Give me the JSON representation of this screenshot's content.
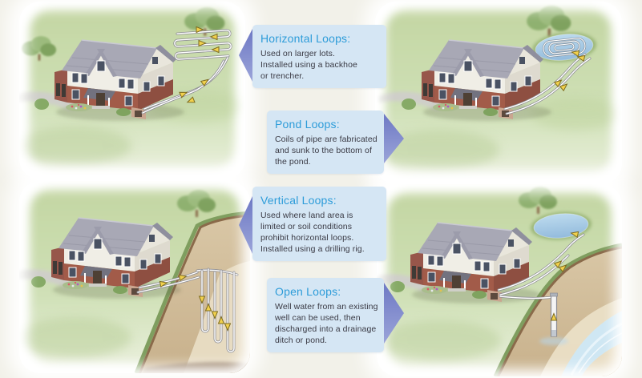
{
  "callouts": [
    {
      "id": "horizontal-loops",
      "title": "Horizontal Loops:",
      "body": "Used on larger lots.\nInstalled using a backhoe\nor trencher.",
      "arrow_direction": "left"
    },
    {
      "id": "pond-loops",
      "title": "Pond Loops:",
      "body": "Coils of pipe are fabricated\nand sunk to the bottom of\nthe pond.",
      "arrow_direction": "right"
    },
    {
      "id": "vertical-loops",
      "title": "Vertical Loops:",
      "body": "Used where land area is\nlimited or soil conditions\nprohibit horizontal loops.\nInstalled using a drilling rig.",
      "arrow_direction": "left"
    },
    {
      "id": "open-loops",
      "title": "Open Loops:",
      "body": "Well water from an existing\nwell can be used, then\ndischarged into a drainage\nditch or pond.",
      "arrow_direction": "right"
    }
  ],
  "scenes": [
    {
      "name": "horizontal-loops-illustration"
    },
    {
      "name": "pond-loops-illustration"
    },
    {
      "name": "vertical-loops-illustration"
    },
    {
      "name": "open-loops-illustration"
    }
  ],
  "colors": {
    "page_bg": "#f2f1e9",
    "callout_bg": "#d5e6f4",
    "title_blue": "#2d9cd9",
    "body_text": "#3a3a44",
    "arrow_purple_dark": "#6e79c4",
    "arrow_purple_light": "#9ba4d9",
    "grass_green": "#c9dcab",
    "pond_blue": "#a9cde8",
    "soil_tan": "#d9c6a4",
    "pipe_white": "#ffffff",
    "flow_arrow_yellow": "#f2d14d"
  }
}
